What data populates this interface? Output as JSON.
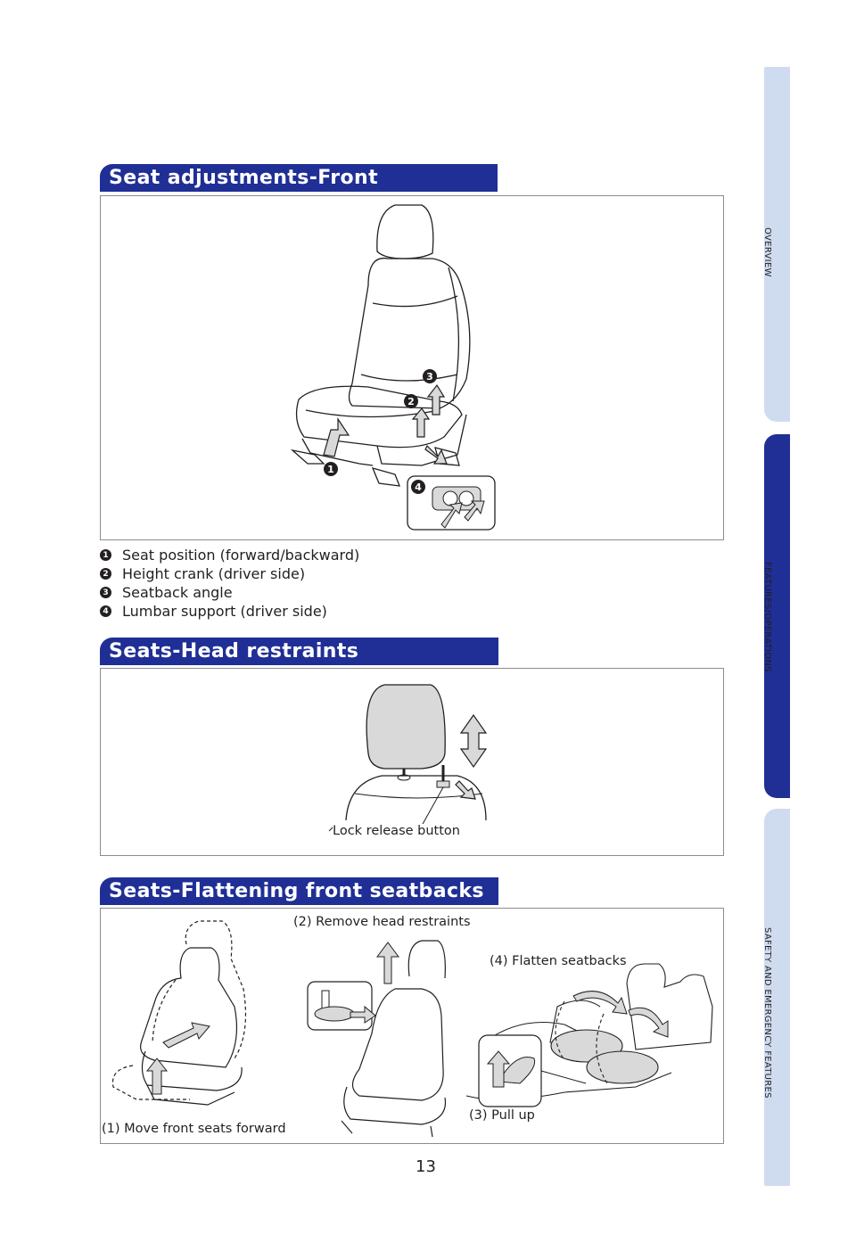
{
  "sidebar": {
    "tabs": [
      {
        "label": "OVERVIEW"
      },
      {
        "label": "FEATURES/OPERATIONS"
      },
      {
        "label": "SAFETY AND EMERGENCY FEATURES"
      }
    ],
    "active_color": "#1f2f95",
    "inactive_color": "#cfdcf0"
  },
  "sections": {
    "front": {
      "title": "Seat adjustments-Front",
      "callouts": [
        "1",
        "2",
        "3",
        "4"
      ],
      "items": [
        {
          "num": "1",
          "text": "Seat position (forward/backward)"
        },
        {
          "num": "2",
          "text": "Height crank (driver side)"
        },
        {
          "num": "3",
          "text": "Seatback angle"
        },
        {
          "num": "4",
          "text": "Lumbar support (driver side)"
        }
      ]
    },
    "head": {
      "title": "Seats-Head restraints",
      "lock_label": "Lock release button"
    },
    "flatten": {
      "title": "Seats-Flattening front seatbacks",
      "steps": [
        "(1) Move front seats forward",
        "(2) Remove head restraints",
        "(3) Pull up",
        "(4) Flatten seatbacks"
      ]
    }
  },
  "page": {
    "number": "13"
  },
  "colors": {
    "header": "#1f2f95",
    "text": "#231f20",
    "frame": "#8c8c8c",
    "fill": "#d9d9d9"
  }
}
